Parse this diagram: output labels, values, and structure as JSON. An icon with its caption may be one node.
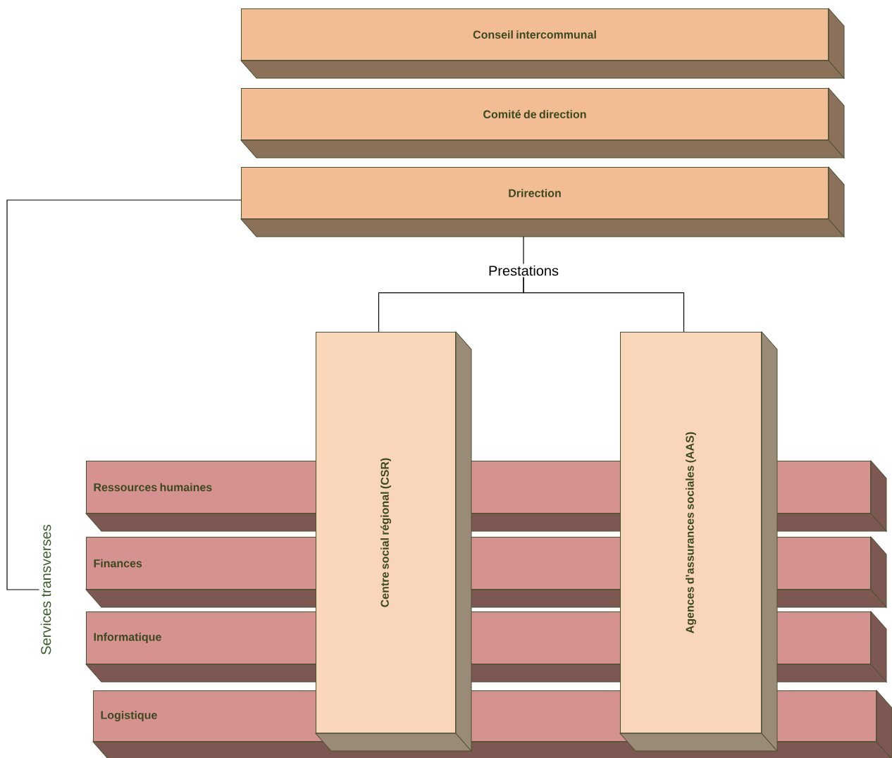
{
  "diagram": {
    "nodes": [
      {
        "text": [
          "Conseil intercommunal"
        ]
      },
      {
        "text": [
          "Comité de direction"
        ]
      },
      {
        "text": [
          "Drirection"
        ]
      },
      {
        "text": [
          "Prestations"
        ]
      },
      {
        "text": [
          "Centre social régional (CSR)"
        ]
      },
      {
        "text": [
          "Agences d’assurances sociales (AAS)"
        ]
      },
      {
        "text": [
          "Services transverses"
        ]
      },
      {
        "text": [
          "Ressources humaines"
        ]
      },
      {
        "text": [
          "Finances"
        ]
      },
      {
        "text": [
          "Informatique"
        ]
      },
      {
        "text": [
          "Logistique"
        ]
      }
    ],
    "edges": [
      {
        "from": 2,
        "to": 3,
        "arrow": "none"
      },
      {
        "from": 3,
        "to": 4,
        "arrow": "none"
      },
      {
        "from": 3,
        "to": 5,
        "arrow": "none"
      },
      {
        "from": 2,
        "to": 6,
        "arrow": "none"
      }
    ]
  }
}
